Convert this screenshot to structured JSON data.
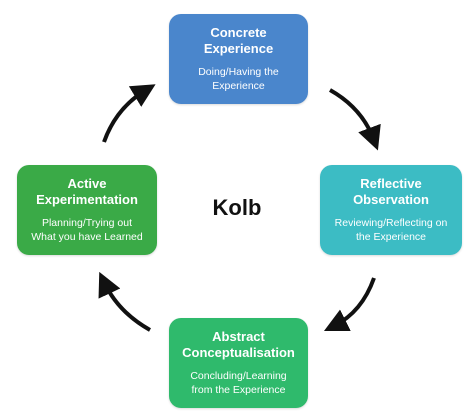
{
  "center": {
    "label": "Kolb"
  },
  "stages": {
    "concrete": {
      "title": "Concrete\nExperience",
      "desc": "Doing/Having the\nExperience",
      "color": "#4a86cc"
    },
    "reflective": {
      "title": "Reflective\nObservation",
      "desc": "Reviewing/Reflecting on\nthe Experience",
      "color": "#3cbcc4"
    },
    "abstract": {
      "title": "Abstract\nConceptualisation",
      "desc": "Concluding/Learning\nfrom the Experience",
      "color": "#2fba6c"
    },
    "active": {
      "title": "Active\nExperimentation",
      "desc": "Planning/Trying out\nWhat you have Learned",
      "color": "#3aaa47"
    }
  }
}
